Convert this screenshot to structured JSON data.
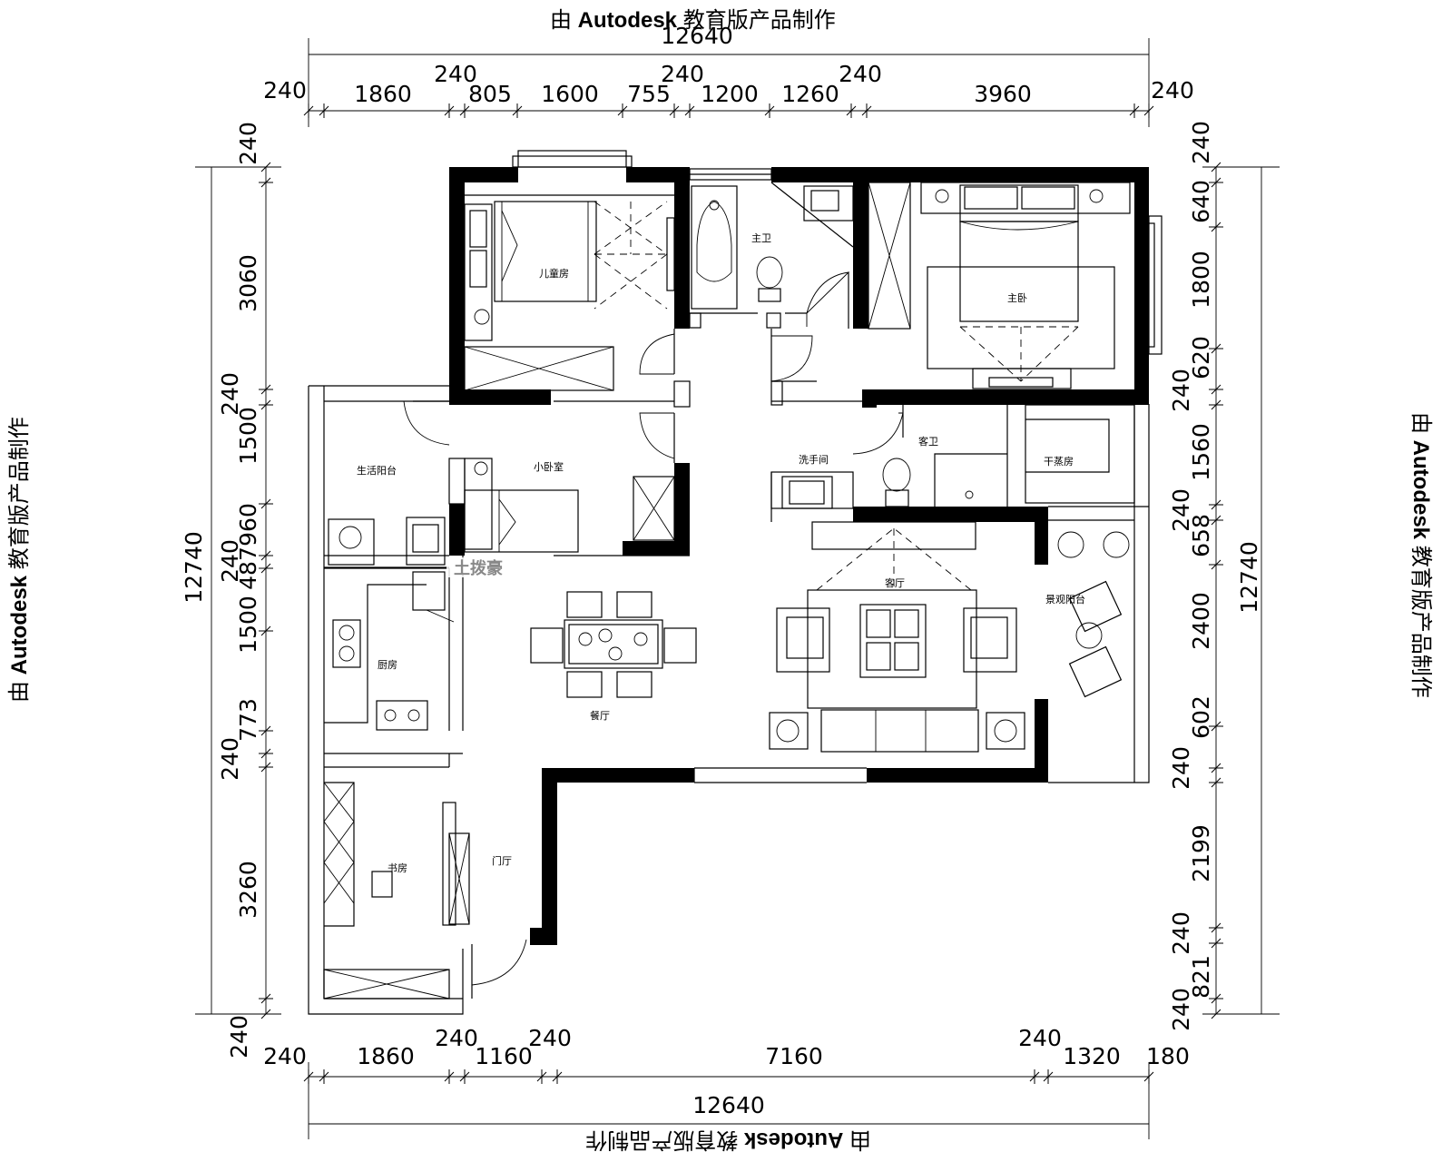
{
  "watermark": {
    "prefix": "由",
    "brand": "Autodesk",
    "suffix": "教育版产品制作"
  },
  "dimensions": {
    "top_total": "12640",
    "top_segments": [
      "240",
      "1860",
      "240",
      "805",
      "1600",
      "755",
      "240",
      "1200",
      "1260",
      "240",
      "3960",
      "240"
    ],
    "bottom_total": "12640",
    "bottom_segments": [
      "240",
      "1860",
      "240",
      "1160",
      "240",
      "7160",
      "240",
      "1320",
      "180"
    ],
    "left_total": "12740",
    "left_segments": [
      "240",
      "3060",
      "240",
      "1500",
      "960",
      "240",
      "487",
      "1500",
      "773",
      "240",
      "3260",
      "240"
    ],
    "right_total": "12740",
    "right_segments": [
      "240",
      "640",
      "1800",
      "620",
      "240",
      "1560",
      "240",
      "658",
      "2400",
      "602",
      "240",
      "2199",
      "240",
      "821",
      "240"
    ]
  },
  "rooms": {
    "children_room": "儿童房",
    "master_bath": "主卫",
    "master_bedroom": "主卧",
    "living_balcony": "生活阳台",
    "small_bedroom": "小卧室",
    "powder_room": "洗手间",
    "guest_bath": "客卫",
    "sauna_room": "干蒸房",
    "kitchen": "厨房",
    "dining": "餐厅",
    "living": "客厅",
    "view_balcony": "景观阳台",
    "study": "书房",
    "foyer": "门厅"
  },
  "overlay_logo": "土拨豪"
}
